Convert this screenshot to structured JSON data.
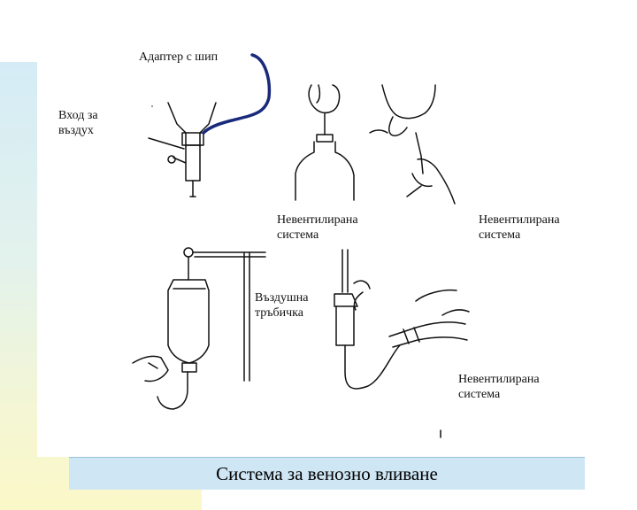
{
  "labels": {
    "adapter": "Адаптер с шип",
    "air_inlet": "Вход за\nвъздух",
    "non_vented_1": "Невентилирана\nсистема",
    "non_vented_2": "Невентилирана\nсистема",
    "air_tube": "Въздушна\nтръбичка",
    "non_vented_3": "Невентилирана\nсистема"
  },
  "title": "Система за венозно вливане",
  "colors": {
    "side_gradient_top": "#d5ecf6",
    "side_gradient_bottom": "#fbf8c8",
    "title_bar": "#cfe6f5",
    "tube_highlight": "#1a2a7a",
    "ink": "#111111"
  }
}
